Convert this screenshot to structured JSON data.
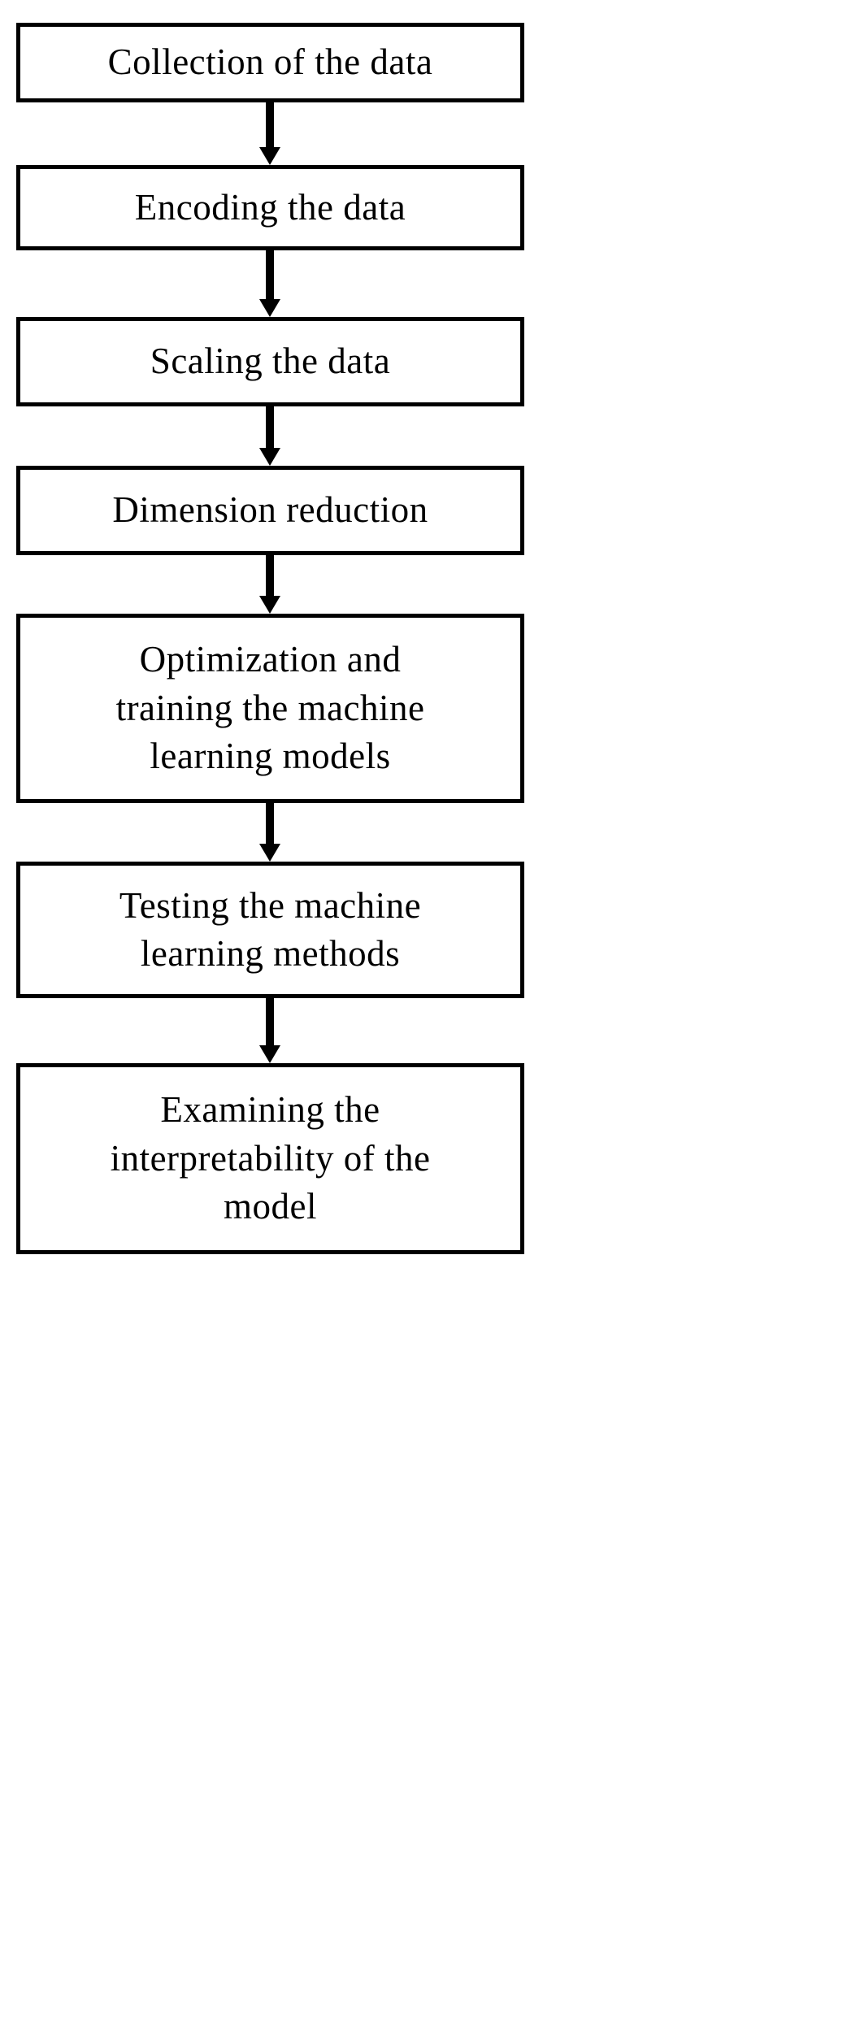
{
  "diagram": {
    "type": "flowchart",
    "orientation": "vertical",
    "colors": {
      "box_border": "#000000",
      "box_fill": "#ffffff",
      "arrow": "#000000",
      "text": "#000000"
    },
    "nodes": [
      {
        "id": "node-1",
        "label": "Collection of the data"
      },
      {
        "id": "node-2",
        "label": "Encoding the data"
      },
      {
        "id": "node-3",
        "label": "Scaling the data"
      },
      {
        "id": "node-4",
        "label": "Dimension reduction"
      },
      {
        "id": "node-5",
        "label": "Optimization and\ntraining the machine\nlearning models"
      },
      {
        "id": "node-6",
        "label": "Testing the machine\nlearning methods"
      },
      {
        "id": "node-7",
        "label": "Examining the\ninterpretability of the\nmodel"
      }
    ],
    "connectors": [
      {
        "id": "arrow-1",
        "from": "node-1",
        "to": "node-2"
      },
      {
        "id": "arrow-2",
        "from": "node-2",
        "to": "node-3"
      },
      {
        "id": "arrow-3",
        "from": "node-3",
        "to": "node-4"
      },
      {
        "id": "arrow-4",
        "from": "node-4",
        "to": "node-5"
      },
      {
        "id": "arrow-5",
        "from": "node-5",
        "to": "node-6"
      },
      {
        "id": "arrow-6",
        "from": "node-6",
        "to": "node-7"
      }
    ]
  }
}
